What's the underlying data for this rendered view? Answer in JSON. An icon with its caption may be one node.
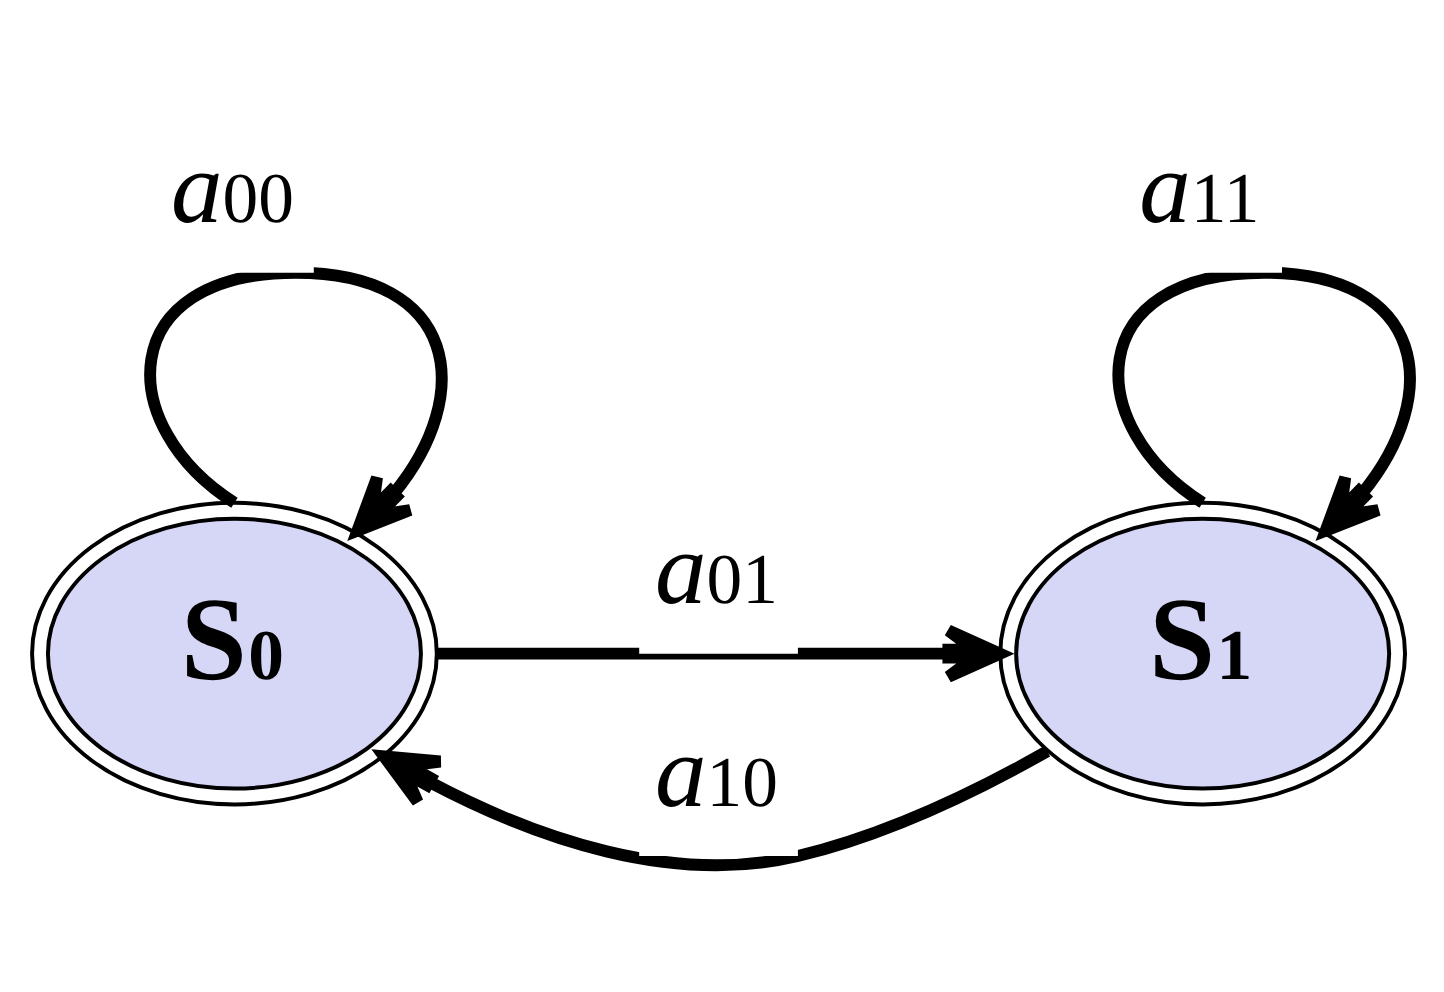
{
  "diagram": {
    "nodes": [
      {
        "text": [
          "S$_{0}$"
        ]
      },
      {
        "text": [
          "S$_{1}$"
        ]
      }
    ],
    "edges": [
      {
        "from": 0,
        "to": 0,
        "arrow": "to",
        "label": "*a*$_{00}$"
      },
      {
        "from": 0,
        "to": 1,
        "arrow": "to",
        "label": "*a*$_{01}$"
      },
      {
        "from": 1,
        "to": 1,
        "arrow": "to",
        "label": "*a*$_{11}$"
      },
      {
        "from": 1,
        "to": 0,
        "arrow": "to",
        "label": "*a*$_{10}$"
      }
    ]
  }
}
